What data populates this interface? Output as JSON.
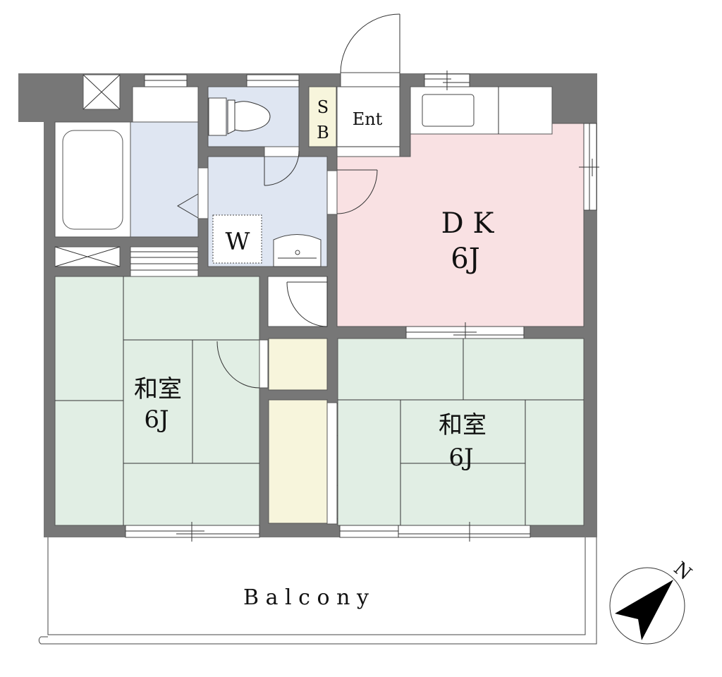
{
  "colors": {
    "wall": "#777777",
    "wet_area": "#dfe6f2",
    "dk": "#f9e1e3",
    "tatami": "#e1eee4",
    "storage": "#f7f5dc"
  },
  "rooms": {
    "sb": {
      "line1": "S",
      "line2": "B"
    },
    "entrance": "Ent",
    "washroom": "W",
    "dk": {
      "name": "D K",
      "size": "6J"
    },
    "washitsu_left": {
      "name": "和室",
      "size": "6J"
    },
    "washitsu_right": {
      "name": "和室",
      "size": "6J"
    },
    "balcony": "B a l c o n y"
  },
  "compass": {
    "label": "N"
  }
}
